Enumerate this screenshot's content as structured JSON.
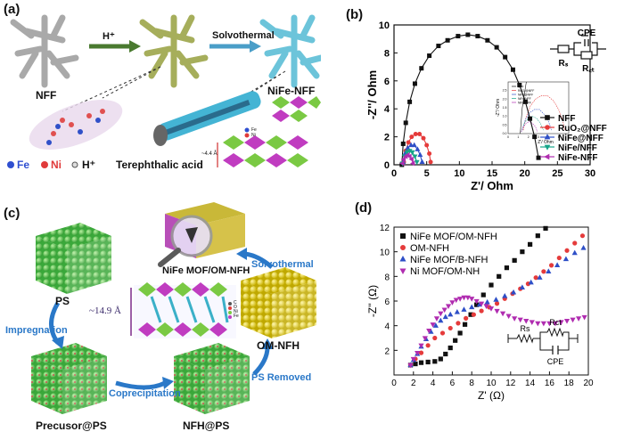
{
  "panel_a": {
    "label": "(a)",
    "nff": "NFF",
    "arrow1": "H⁺",
    "arrow2": "Solvothermal",
    "product": "NiFe-NFF",
    "spacing": "~4.4 Å",
    "legend": {
      "fe": "Fe",
      "ni": "Ni",
      "h": "H⁺",
      "acid": "Terephthalic acid"
    },
    "small_legend": [
      "Fe",
      "Ni"
    ],
    "colors": {
      "branch_gray": "#b8b8b8",
      "branch_olive": "#a8b060",
      "branch_cyan": "#6fc6dc",
      "fe": "#2f4fd0",
      "ni": "#e03b3b"
    }
  },
  "panel_b": {
    "label": "(b)",
    "circuit": {
      "cpe": "CPE",
      "rs": "Rₛ",
      "rct": "R꜀ₜ"
    }
  },
  "panel_c": {
    "label": "(c)",
    "top_label": "NiFe MOF/OM-NFH",
    "solvothermal": "Solvothermal",
    "ps": "PS",
    "impregnation": "Impregnation",
    "spacing": "~14.9 Å",
    "omnfh": "OM-NFH",
    "precursor": "Precusor@PS",
    "coprecipitation": "Coprecipitation",
    "nfhps": "NFH@PS",
    "ps_removed": "PS Removed",
    "struct_legend": [
      "C",
      "O",
      "Ni",
      "Fe"
    ]
  },
  "panel_d": {
    "label": "(d)",
    "circuit": {
      "rs": "Rs",
      "rct": "Rct",
      "cpe": "CPE"
    }
  },
  "chart_data": [
    {
      "type": "scatter",
      "panel": "b",
      "xlabel": "Z'/ Ohm",
      "ylabel": "-Z''/ Ohm",
      "xlim": [
        0,
        30
      ],
      "ylim": [
        0,
        10
      ],
      "xticks": [
        "0",
        "5",
        "10",
        "15",
        "20",
        "25",
        "30"
      ],
      "yticks": [
        "0",
        "2",
        "4",
        "6",
        "8",
        "10"
      ],
      "legend_position": "right",
      "series": [
        {
          "name": "NFF",
          "color": "#111111",
          "marker": "square",
          "x": [
            1.2,
            1.4,
            1.8,
            2.4,
            3.2,
            4.2,
            5.4,
            6.8,
            8.2,
            9.8,
            11.3,
            12.8,
            14.3,
            15.7,
            17.0,
            18.2,
            19.2,
            20.1,
            20.8,
            21.5,
            22.1
          ],
          "y": [
            0.0,
            1.5,
            3.0,
            4.5,
            5.8,
            6.9,
            7.8,
            8.5,
            8.9,
            9.2,
            9.3,
            9.2,
            8.9,
            8.4,
            7.7,
            6.8,
            5.7,
            4.5,
            3.3,
            2.0,
            0.5
          ]
        },
        {
          "name": "RuO₂@NFF",
          "color": "#e53b3b",
          "marker": "circle",
          "x": [
            1.5,
            1.8,
            2.2,
            2.7,
            3.3,
            3.9,
            4.5,
            5.0,
            5.4,
            5.6
          ],
          "y": [
            0.2,
            1.0,
            1.6,
            2.0,
            2.2,
            2.2,
            1.9,
            1.4,
            0.8,
            0.2
          ]
        },
        {
          "name": "NiFe@NFF",
          "color": "#2e4fc7",
          "marker": "triangle-up",
          "x": [
            1.4,
            1.7,
            2.1,
            2.6,
            3.1,
            3.6,
            4.0,
            4.3
          ],
          "y": [
            0.2,
            0.8,
            1.2,
            1.4,
            1.4,
            1.1,
            0.7,
            0.2
          ]
        },
        {
          "name": "NiFe/NFF",
          "color": "#17a589",
          "marker": "triangle-down",
          "x": [
            1.3,
            1.6,
            2.0,
            2.4,
            2.8,
            3.2,
            3.5
          ],
          "y": [
            0.1,
            0.6,
            0.9,
            1.0,
            0.9,
            0.6,
            0.2
          ]
        },
        {
          "name": "NiFe-NFF",
          "color": "#b02db0",
          "marker": "triangle-left",
          "x": [
            1.3,
            1.5,
            1.8,
            2.1,
            2.4,
            2.7,
            2.9
          ],
          "y": [
            0.1,
            0.4,
            0.6,
            0.7,
            0.6,
            0.4,
            0.1
          ]
        }
      ],
      "inset": {
        "xlabel": "Z'/ Ohm",
        "ylabel": "-Z''/ Ohm",
        "xlim": [
          0,
          6
        ],
        "ylim": [
          0,
          3
        ],
        "xticks": [
          "0",
          "1",
          "2",
          "3",
          "4",
          "5",
          "6"
        ],
        "yticks": [
          "0.0",
          "0.5",
          "1.0",
          "1.5",
          "2.0",
          "2.5"
        ],
        "legend": [
          "NFF",
          "RuO₂@NFF",
          "NiFe@NFF",
          "NiFe/NFF",
          "NiFe-NFF"
        ]
      }
    },
    {
      "type": "scatter",
      "panel": "d",
      "xlabel": "Z' (Ω)",
      "ylabel": "-Z'' (Ω)",
      "xlim": [
        0,
        20
      ],
      "ylim": [
        0,
        12
      ],
      "xticks": [
        "0",
        "2",
        "4",
        "6",
        "8",
        "10",
        "12",
        "14",
        "16",
        "18",
        "20"
      ],
      "yticks": [
        "2",
        "4",
        "6",
        "8",
        "10",
        "12"
      ],
      "legend_position": "top-left",
      "series": [
        {
          "name": "NiFe MOF/OM-NFH",
          "color": "#111111",
          "marker": "square",
          "x": [
            1.7,
            2.2,
            2.8,
            3.5,
            4.2,
            4.8,
            5.3,
            5.8,
            6.3,
            6.8,
            7.3,
            7.9,
            8.5,
            9.2,
            10.0,
            10.8,
            11.6,
            12.4,
            13.2,
            14.0,
            14.8,
            15.6
          ],
          "y": [
            0.8,
            0.9,
            1.0,
            1.05,
            1.1,
            1.3,
            1.7,
            2.2,
            2.8,
            3.4,
            4.1,
            4.9,
            5.7,
            6.5,
            7.3,
            8.0,
            8.7,
            9.3,
            10.0,
            10.6,
            11.3,
            11.9
          ]
        },
        {
          "name": "OM-NFH",
          "color": "#e53b3b",
          "marker": "circle",
          "x": [
            1.7,
            2.2,
            2.8,
            3.5,
            4.2,
            5.0,
            5.8,
            6.6,
            7.4,
            8.2,
            9.0,
            9.8,
            10.6,
            11.4,
            12.2,
            13.0,
            13.8,
            14.6,
            15.4,
            16.2,
            17.0,
            17.8,
            18.6,
            19.4
          ],
          "y": [
            0.8,
            1.3,
            1.8,
            2.4,
            3.0,
            3.4,
            3.8,
            4.2,
            4.6,
            4.9,
            5.2,
            5.5,
            5.8,
            6.2,
            6.6,
            7.0,
            7.4,
            7.9,
            8.4,
            8.9,
            9.5,
            10.1,
            10.7,
            11.3
          ]
        },
        {
          "name": "NiFe MOF/B-NFH",
          "color": "#2e4fc7",
          "marker": "triangle-up",
          "x": [
            1.7,
            2.0,
            2.4,
            2.8,
            3.3,
            3.8,
            4.3,
            4.8,
            5.3,
            5.8,
            6.5,
            7.2,
            8.0,
            8.8,
            9.6,
            10.5,
            11.4,
            12.3,
            13.2,
            14.1,
            15.0,
            15.9,
            16.8,
            17.7,
            18.6,
            19.5
          ],
          "y": [
            0.8,
            1.2,
            1.7,
            2.3,
            2.9,
            3.5,
            4.0,
            4.4,
            4.7,
            4.9,
            5.1,
            5.3,
            5.5,
            5.7,
            5.9,
            6.1,
            6.4,
            6.7,
            7.1,
            7.5,
            7.9,
            8.4,
            8.9,
            9.4,
            9.9,
            10.3
          ]
        },
        {
          "name": "Ni MOF/OM-NH",
          "color": "#b02db0",
          "marker": "triangle-down",
          "x": [
            1.7,
            2.0,
            2.4,
            2.8,
            3.2,
            3.6,
            4.0,
            4.4,
            4.8,
            5.2,
            5.6,
            6.0,
            6.4,
            6.8,
            7.2,
            7.6,
            8.0,
            8.5,
            9.0,
            9.5,
            10.0,
            10.6,
            11.2,
            11.8,
            12.4,
            13.0,
            13.6,
            14.2,
            14.8,
            15.4,
            16.0,
            16.6,
            17.2,
            17.8,
            18.4,
            19.0,
            19.6
          ],
          "y": [
            0.8,
            1.3,
            1.8,
            2.4,
            3.0,
            3.6,
            4.1,
            4.6,
            5.0,
            5.3,
            5.6,
            5.9,
            6.1,
            6.2,
            6.3,
            6.3,
            6.2,
            6.0,
            5.8,
            5.6,
            5.4,
            5.2,
            5.0,
            4.8,
            4.6,
            4.5,
            4.4,
            4.3,
            4.2,
            4.2,
            4.2,
            4.2,
            4.3,
            4.4,
            4.5,
            4.6,
            4.7
          ]
        }
      ]
    }
  ]
}
